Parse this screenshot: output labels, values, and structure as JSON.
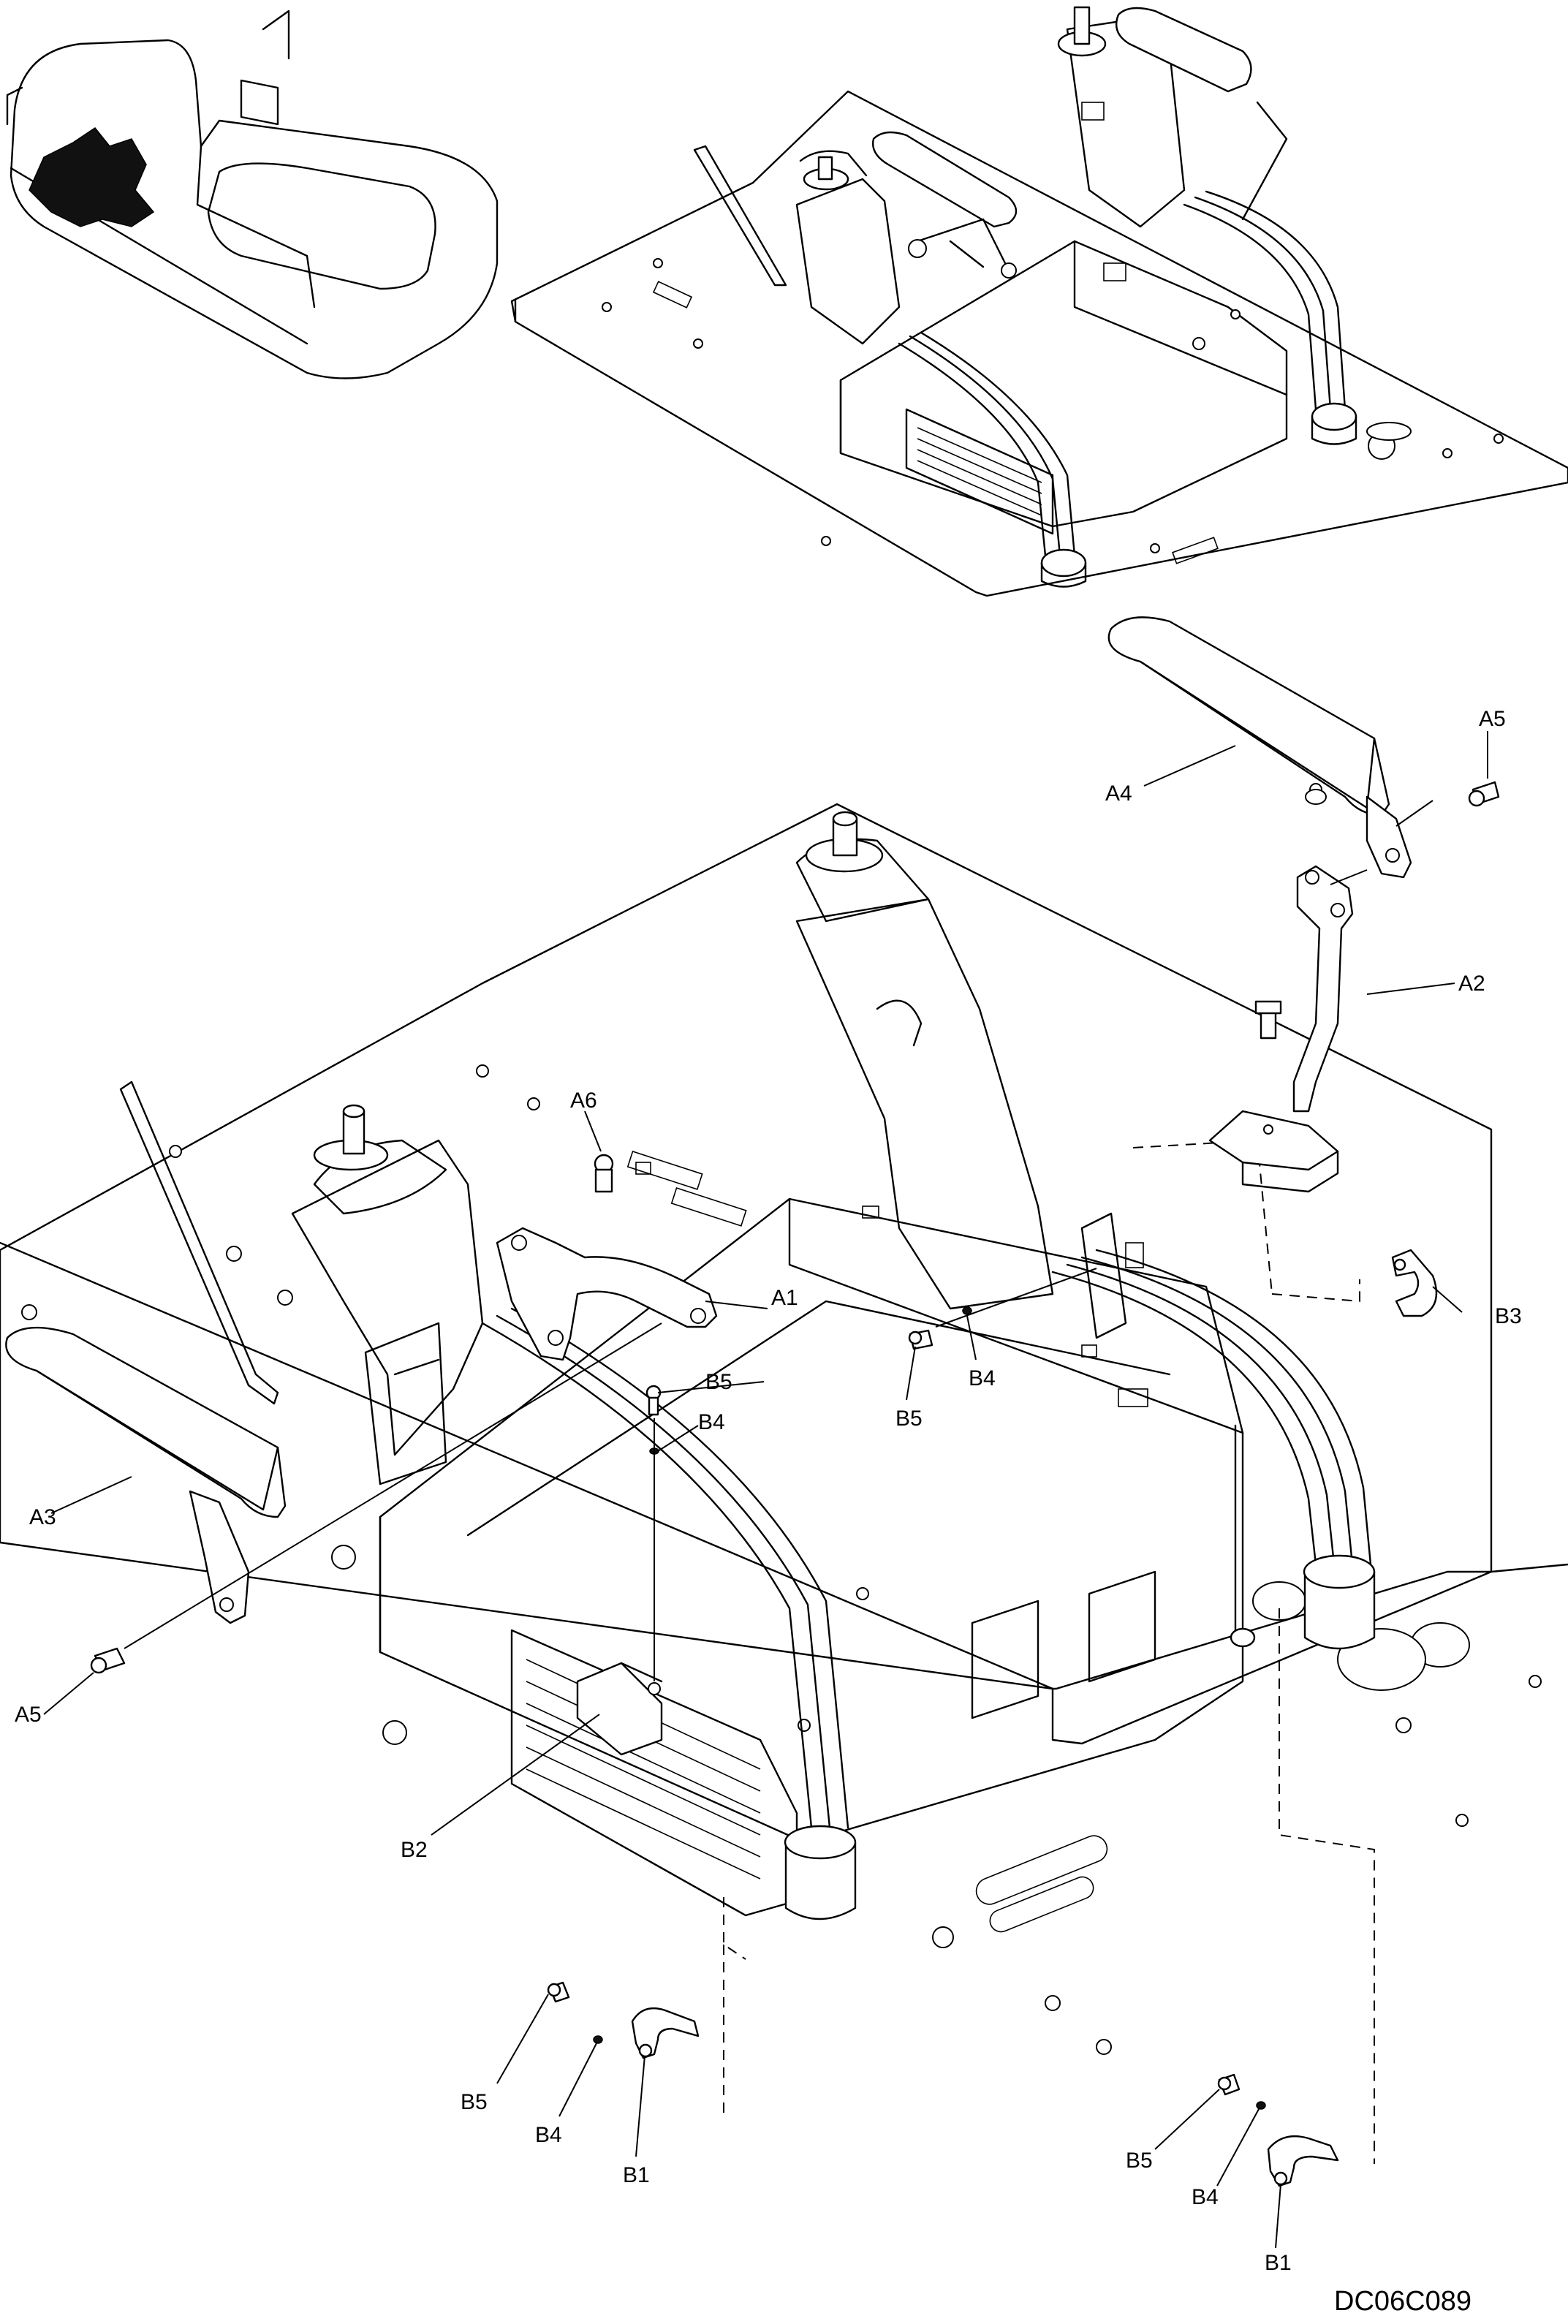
{
  "drawing_code": "DC06C089",
  "part_labels": {
    "a1": "A1",
    "a2": "A2",
    "a3": "A3",
    "a4": "A4",
    "a5_right": "A5",
    "a5_left": "A5",
    "a6": "A6",
    "b1_left": "B1",
    "b1_right": "B1",
    "b2": "B2",
    "b3": "B3",
    "b4_center": "B4",
    "b4_upper": "B4",
    "b4_left": "B4",
    "b4_right": "B4",
    "b5_center": "B5",
    "b5_upper": "B5",
    "b5_left": "B5",
    "b5_right": "B5"
  }
}
